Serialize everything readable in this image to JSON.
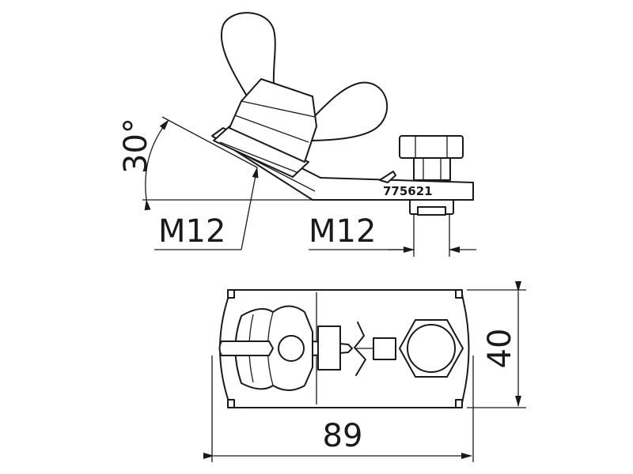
{
  "side_view": {
    "angle_label": "30°",
    "thread_left_label": "M12",
    "thread_right_label": "M12",
    "part_number": "775621"
  },
  "top_view": {
    "width_label": "89",
    "height_label": "40"
  }
}
